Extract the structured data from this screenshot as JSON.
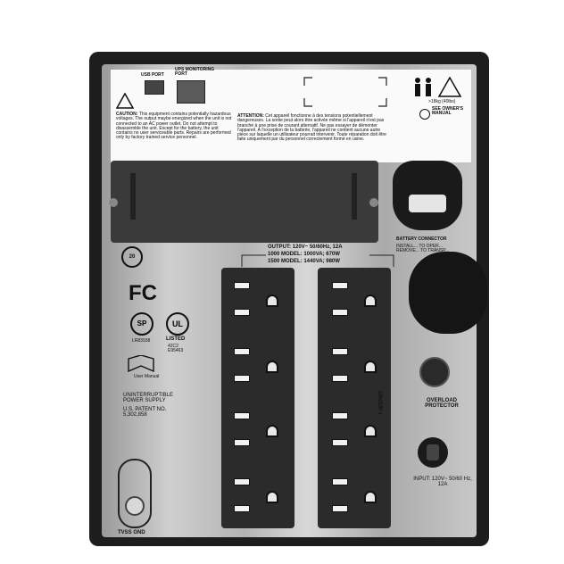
{
  "labels": {
    "usb_port": "USB PORT",
    "ups_monitoring_port": "UPS MONITORING PORT",
    "caution_title": "CAUTION:",
    "caution_text": "This equipment contains potentially hazardous voltages. The output maybe energized when the unit is not connected to an AC power outlet. Do not attempt to disassemble the unit. Except for the battery, the unit contains no user serviceable parts. Repairs are performed only by factory trained service personnel.",
    "attention_title": "ATTENTION:",
    "attention_text": "Cet appareil fonctionne à des tensions potentiellement dangereuses. La sortie peut alors être activée même si l'appareil n'est pas branché à une prise de courant alternatif. Ne pas essayer de démonter l'appareil. À l'exception de la batterie, l'appareil ne contient aucune autre pièce sur laquelle un utilisateur pourrait intervenir. Toute réparation doit être faite uniquement par du personnel correctement formé en usine.",
    "weight_warning": ">18kg (40lbs)",
    "see_owners_manual": "SEE OWNER'S MANUAL",
    "output_line1": "OUTPUT: 120V~ 50/60Hz, 12A",
    "output_line2": "1000 MODEL: 1000VA; 670W",
    "output_line3": "1500 MODEL: 1440VA; 980W",
    "battery_connector": "BATTERY CONNECTOR",
    "battery_sub": "INSTALL... TO OPER... REMOVE... TO TRANSP...",
    "fc_mark": "FC",
    "csa_code": "LR83938",
    "ul_listed": "LISTED",
    "ul_code": "42C2 E95463",
    "user_manual": "User Manual",
    "ups_desc": "UNINTERRUPTIBLE POWER SUPPLY",
    "patent": "U.S. PATENT NO. 5,302,858",
    "group_label": "GROUP 1",
    "overload": "OVERLOAD PROTECTOR",
    "input": "INPUT: 120V~ 50/60 Hz, 12A",
    "tvss": "TVSS GND",
    "recycle_number": "20",
    "ul_mark": "UL",
    "csa_mark": "SP",
    "exclaim": "!"
  },
  "colors": {
    "frame": "#1d1d1d",
    "panel": "#bdbdbd",
    "label_bg": "#fafafa",
    "outlet": "#2b2b2b"
  }
}
